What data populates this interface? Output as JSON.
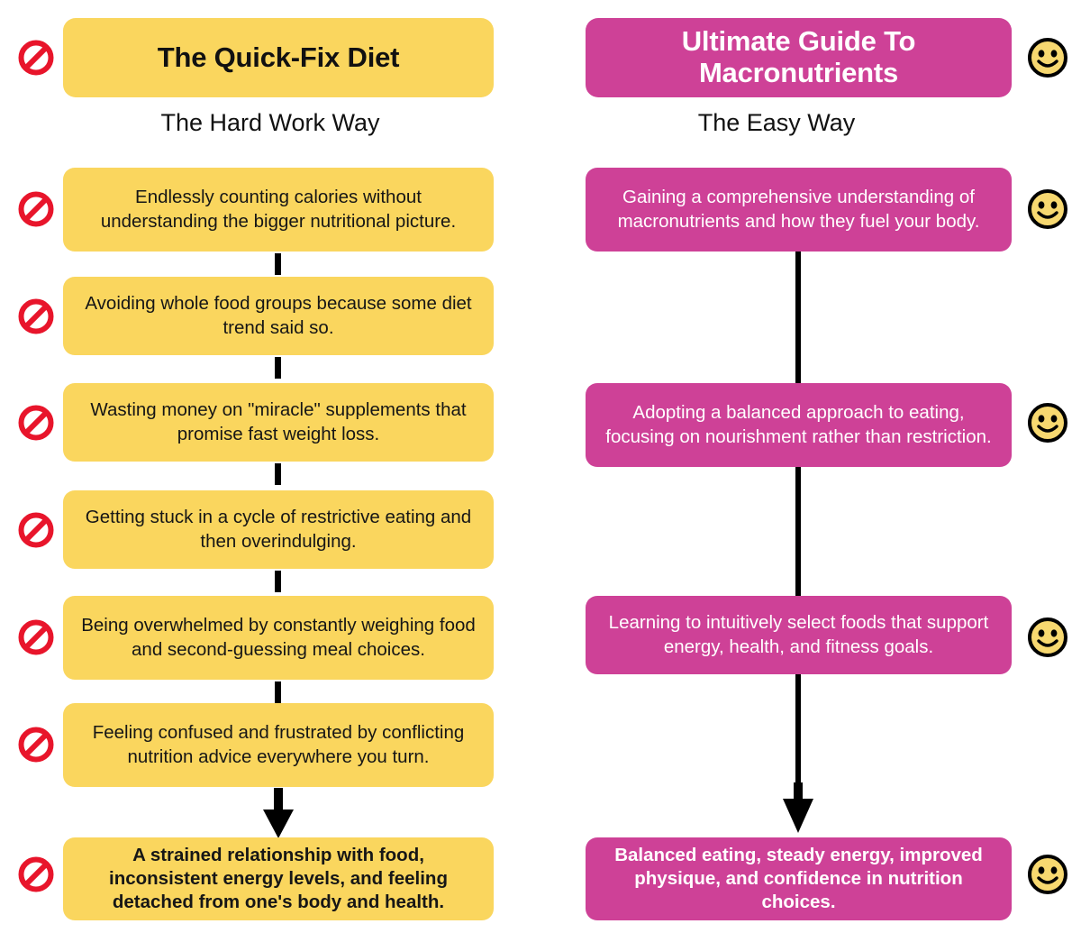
{
  "colors": {
    "left_accent": "#FAD65E",
    "right_accent": "#CE4197",
    "prohibition_red": "#E8152B",
    "smiley_yellow": "#F7D870",
    "connector_black": "#000000",
    "background": "#FFFFFF"
  },
  "left": {
    "icon": "prohibition-icon",
    "title": "The Quick-Fix Diet",
    "subtitle": "The Hard Work Way",
    "connector_style": "dashed",
    "steps": [
      {
        "text": "Endlessly counting calories without understanding the bigger nutritional picture.",
        "icon": "prohibition-icon",
        "emphasis": false
      },
      {
        "text": "Avoiding whole food groups because some diet trend said so.",
        "icon": "prohibition-icon",
        "emphasis": false
      },
      {
        "text": "Wasting money on \"miracle\" supplements that promise fast weight loss.",
        "icon": "prohibition-icon",
        "emphasis": false
      },
      {
        "text": "Getting stuck in a cycle of restrictive eating and then overindulging.",
        "icon": "prohibition-icon",
        "emphasis": false
      },
      {
        "text": "Being overwhelmed by constantly weighing food and second-guessing meal choices.",
        "icon": "prohibition-icon",
        "emphasis": false
      },
      {
        "text": "Feeling confused and frustrated by conflicting nutrition advice everywhere you turn.",
        "icon": "prohibition-icon",
        "emphasis": false
      },
      {
        "text": "A strained relationship with food, inconsistent energy levels, and feeling detached from one's body and health.",
        "icon": "prohibition-icon",
        "emphasis": true
      }
    ]
  },
  "right": {
    "icon": "smiley-icon",
    "title": "Ultimate Guide To Macronutrients",
    "subtitle": "The Easy Way",
    "connector_style": "solid",
    "steps": [
      {
        "text": "Gaining a comprehensive understanding of macronutrients and how they fuel your body.",
        "icon": "smiley-icon",
        "emphasis": false
      },
      {
        "text": "Adopting a balanced approach to eating, focusing on nourishment rather than restriction.",
        "icon": "smiley-icon",
        "emphasis": false
      },
      {
        "text": "Learning to intuitively select foods that support energy, health, and fitness goals.",
        "icon": "smiley-icon",
        "emphasis": false
      },
      {
        "text": "Balanced eating, steady energy, improved physique, and confidence in nutrition choices.",
        "icon": "smiley-icon",
        "emphasis": true
      }
    ]
  }
}
